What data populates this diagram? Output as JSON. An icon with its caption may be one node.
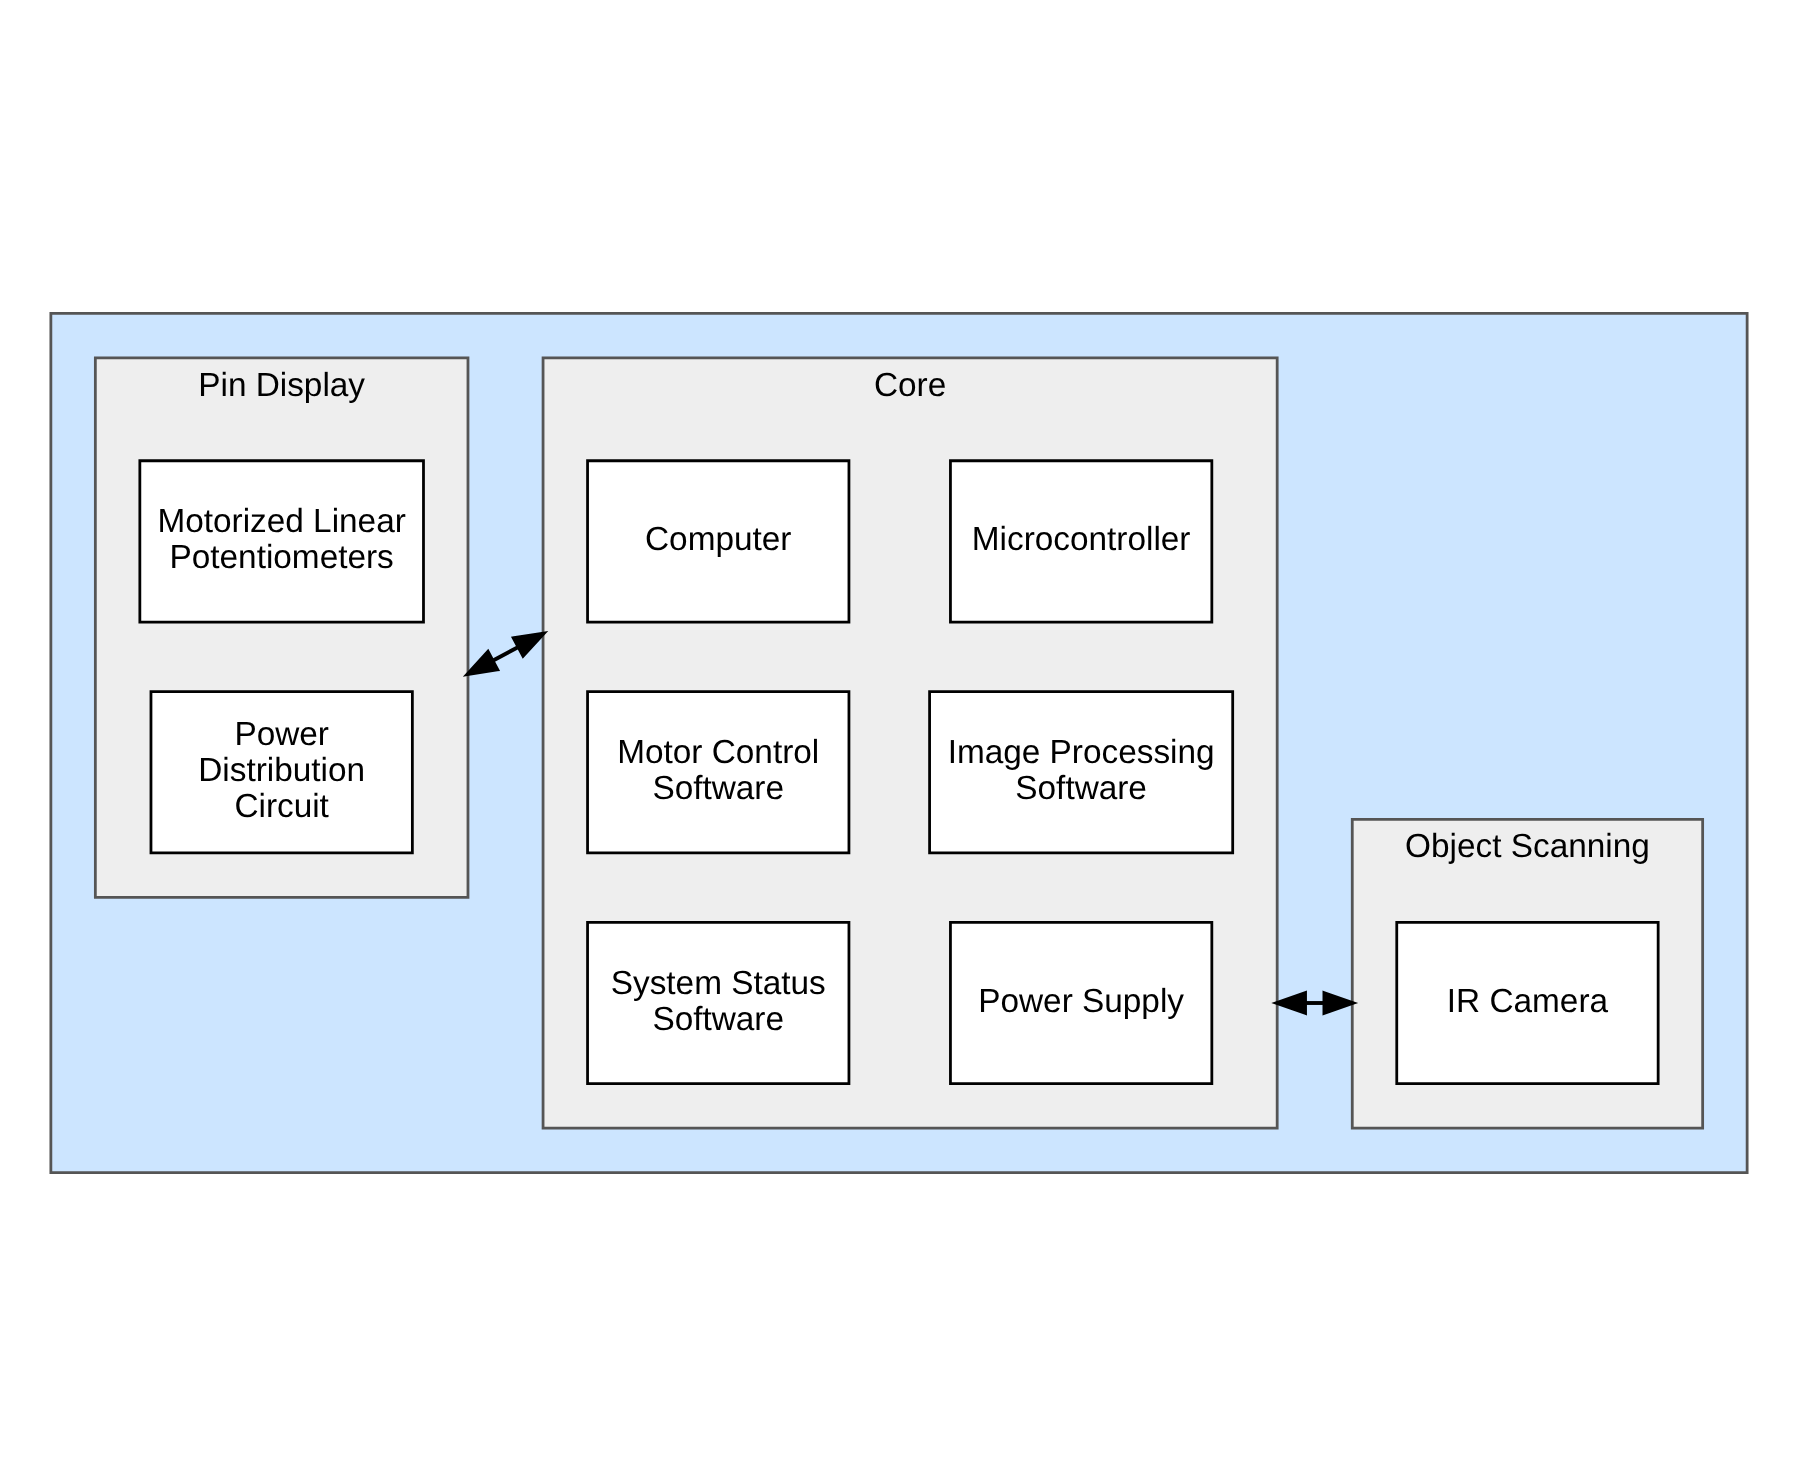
{
  "diagram": {
    "nodes": [
      {
        "text": [],
        "shape": "box"
      },
      {
        "text": [
          "Pin Display"
        ],
        "in": 0
      },
      {
        "text": [
          "Motorized Linear Potentiometers"
        ],
        "in": 1
      },
      {
        "text": [
          "Power Distribution Circuit"
        ],
        "in": 1
      },
      {
        "text": [
          "Core"
        ],
        "in": 0
      },
      {
        "text": [
          "Computer"
        ],
        "in": 4
      },
      {
        "text": [
          "Microcontroller"
        ],
        "in": 4
      },
      {
        "text": [
          "Motor Control Software"
        ],
        "in": 4
      },
      {
        "text": [
          "Image Processing Software"
        ],
        "in": 4
      },
      {
        "text": [
          "System Status Software"
        ],
        "in": 4
      },
      {
        "text": [
          "Power Supply"
        ],
        "in": 4
      },
      {
        "text": [
          "Object Scanning"
        ],
        "in": 0
      },
      {
        "text": [
          "IR Camera"
        ],
        "in": 11
      }
    ],
    "edges": [
      {
        "from": 1,
        "to": 4,
        "arrow": "both"
      },
      {
        "from": 4,
        "to": 11,
        "arrow": "both"
      }
    ]
  }
}
